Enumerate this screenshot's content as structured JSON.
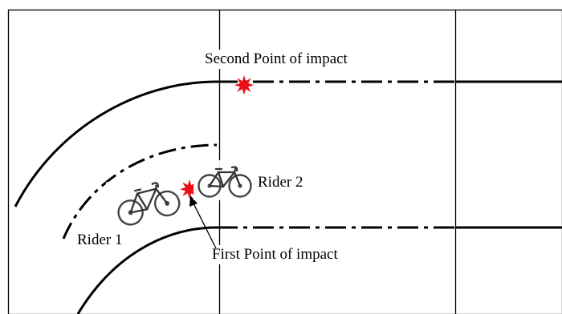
{
  "labels": {
    "second_impact": "Second Point of impact",
    "first_impact": "First Point of impact",
    "rider_1": "Rider 1",
    "rider_2": "Rider 2"
  },
  "colors": {
    "line": "#000000",
    "impact_marker": "#e8101a",
    "background": "#ffffff"
  },
  "icons": {
    "rider_1": "bicycle-icon",
    "rider_2": "bicycle-icon",
    "impact_markers": "star-icon"
  }
}
